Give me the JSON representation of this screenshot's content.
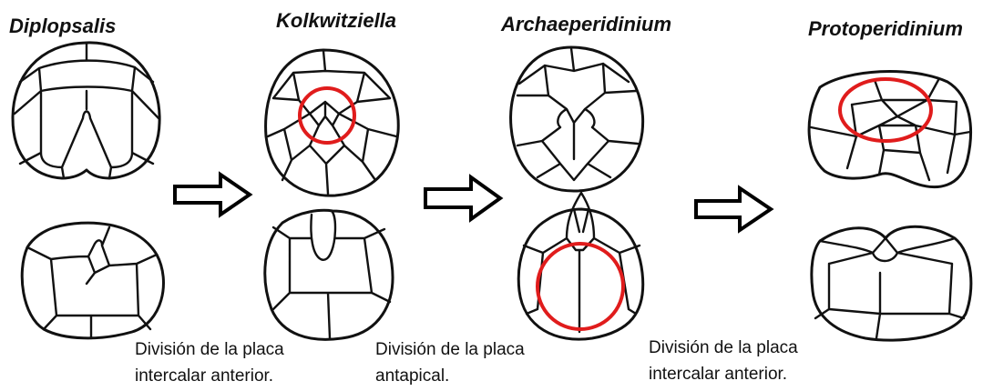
{
  "genera": [
    {
      "name": "Diplopsalis"
    },
    {
      "name": "Kolkwitziella"
    },
    {
      "name": "Archaeperidinium"
    },
    {
      "name": "Protoperidinium"
    }
  ],
  "transitions": [
    {
      "line1": "División  de la placa",
      "line2": "intercalar anterior."
    },
    {
      "line1": "División de la placa",
      "line2": "antapical."
    },
    {
      "line1": "División de la placa",
      "line2": "intercalar anterior."
    }
  ],
  "colors": {
    "outline": "#111111",
    "highlight_circle": "#e01c1c",
    "arrow_fill": "#ffffff",
    "background": "#ffffff"
  }
}
